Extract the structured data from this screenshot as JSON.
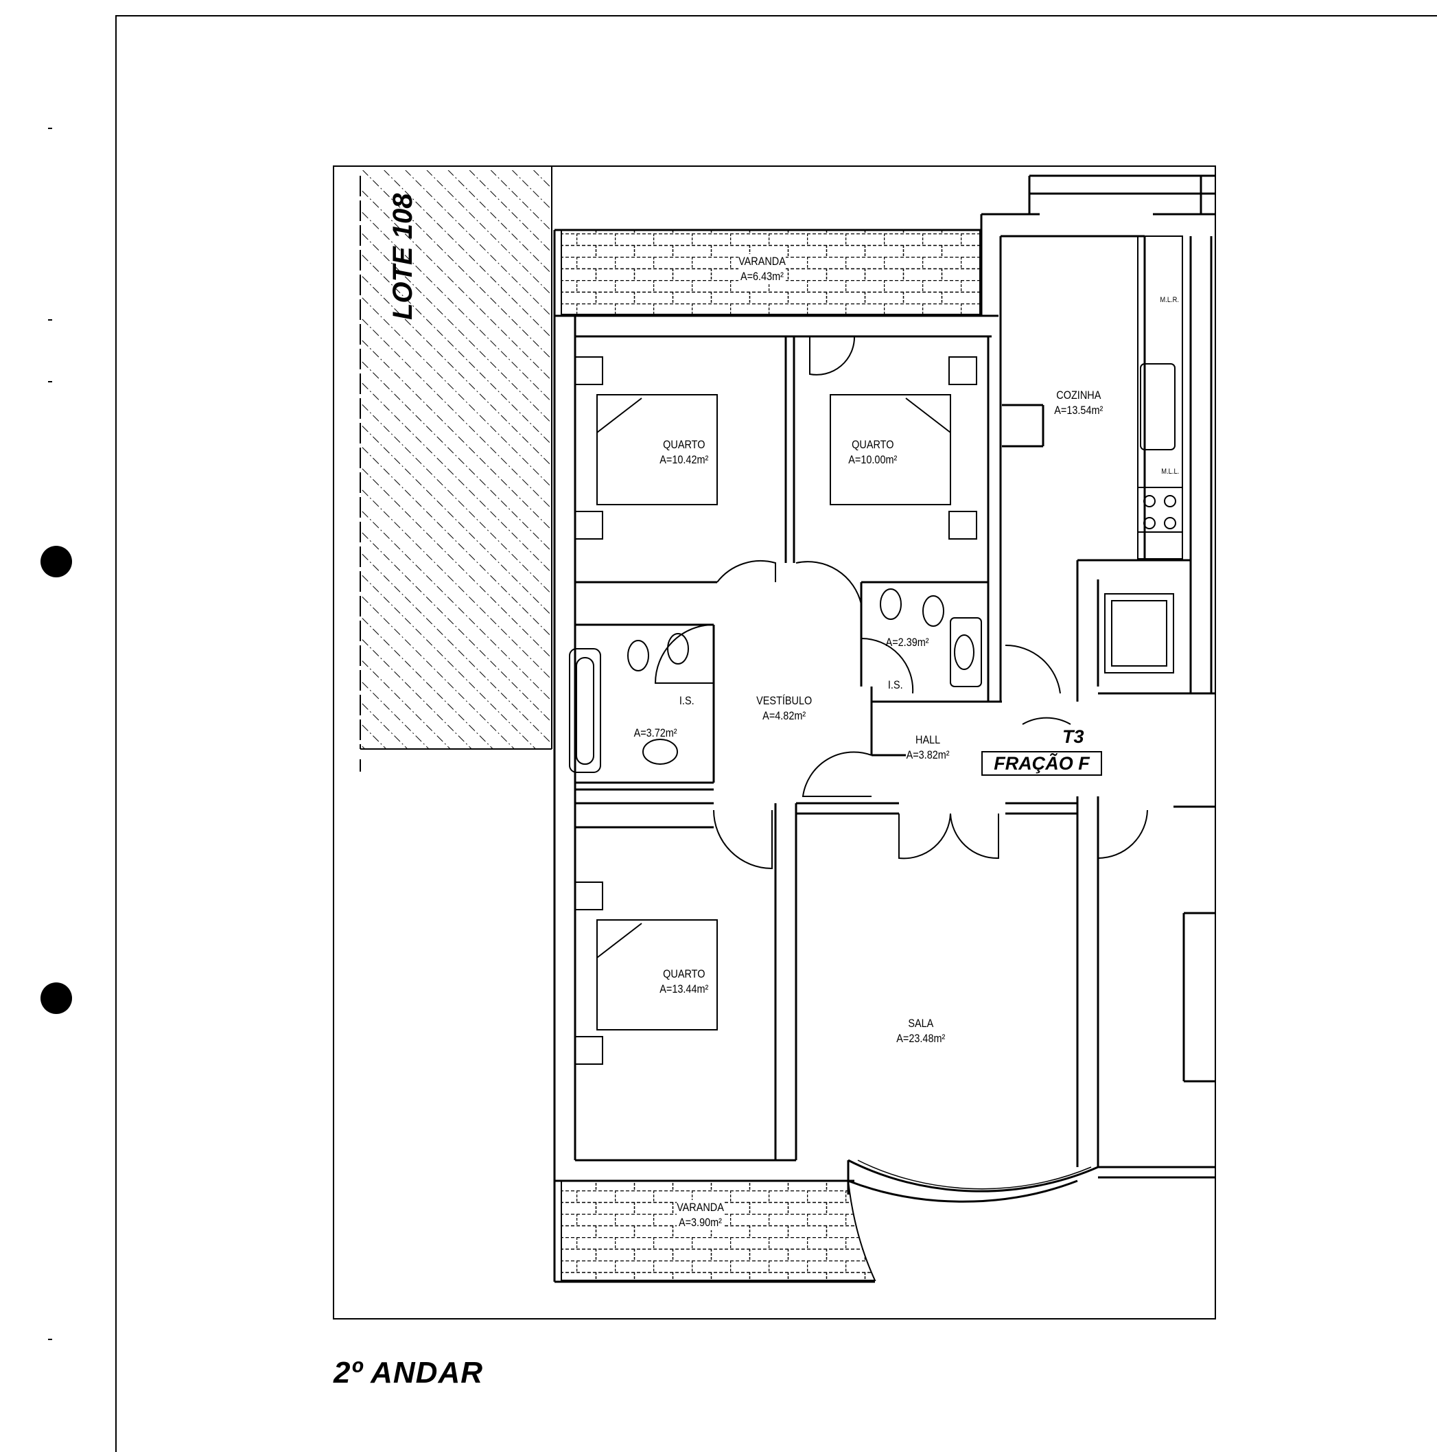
{
  "drawing": {
    "floor_title": "2º ANDAR",
    "adjacent_lot_label": "LOTE 108",
    "unit": {
      "typology": "T3",
      "fraction_label": "FRAÇÃO F"
    }
  },
  "rooms": [
    {
      "id": "varanda-north",
      "name": "VARANDA",
      "area": "A=6.43m²"
    },
    {
      "id": "quarto-nw",
      "name": "QUARTO",
      "area": "A=10.42m²"
    },
    {
      "id": "quarto-ne",
      "name": "QUARTO",
      "area": "A=10.00m²"
    },
    {
      "id": "cozinha",
      "name": "COZINHA",
      "area": "A=13.54m²"
    },
    {
      "id": "is-small",
      "name": "I.S.",
      "area": "A=2.39m²"
    },
    {
      "id": "is-large",
      "name": "I.S.",
      "area": "A=3.72m²"
    },
    {
      "id": "vestibulo",
      "name": "VESTÍBULO",
      "area": "A=4.82m²"
    },
    {
      "id": "hall",
      "name": "HALL",
      "area": "A=3.82m²"
    },
    {
      "id": "quarto-sw",
      "name": "QUARTO",
      "area": "A=13.44m²"
    },
    {
      "id": "sala",
      "name": "SALA",
      "area": "A=23.48m²"
    },
    {
      "id": "varanda-south",
      "name": "VARANDA",
      "area": "A=3.90m²"
    }
  ],
  "fixtures": {
    "fridge_label": "M.L.R.",
    "dishwasher_label": "M.L.L."
  },
  "colors": {
    "ink": "#000000",
    "paper": "#ffffff"
  }
}
